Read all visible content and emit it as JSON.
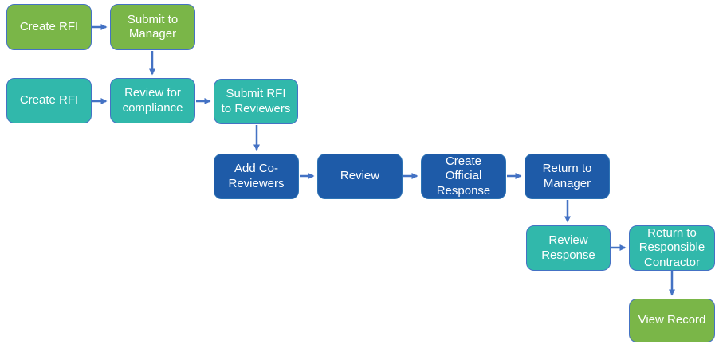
{
  "colors": {
    "green": "#7ab648",
    "teal": "#31b8ab",
    "blue": "#1e5ba8",
    "node_border": "#4472c4",
    "blue_border": "#2e74b5",
    "arrow": "#4472c4"
  },
  "diagram": {
    "type": "flowchart",
    "nodes": [
      {
        "id": "create-rfi-top",
        "label": "Create RFI",
        "color": "green"
      },
      {
        "id": "submit-to-manager",
        "label": "Submit to\nManager",
        "color": "green"
      },
      {
        "id": "create-rfi",
        "label": "Create RFI",
        "color": "teal"
      },
      {
        "id": "review-for-compliance",
        "label": "Review for\ncompliance",
        "color": "teal"
      },
      {
        "id": "submit-rfi-to-reviewers",
        "label": "Submit RFI\nto Reviewers",
        "color": "teal"
      },
      {
        "id": "add-co-reviewers",
        "label": "Add Co-\nReviewers",
        "color": "blue"
      },
      {
        "id": "review",
        "label": "Review",
        "color": "blue"
      },
      {
        "id": "create-official-response",
        "label": "Create\nOfficial\nResponse",
        "color": "blue"
      },
      {
        "id": "return-to-manager",
        "label": "Return to\nManager",
        "color": "blue"
      },
      {
        "id": "review-response",
        "label": "Review\nResponse",
        "color": "teal"
      },
      {
        "id": "return-to-responsible-contractor",
        "label": "Return to\nResponsible\nContractor",
        "color": "teal"
      },
      {
        "id": "view-record",
        "label": "View Record",
        "color": "green"
      }
    ],
    "edges": [
      {
        "from": "create-rfi-top",
        "to": "submit-to-manager"
      },
      {
        "from": "submit-to-manager",
        "to": "review-for-compliance"
      },
      {
        "from": "create-rfi",
        "to": "review-for-compliance"
      },
      {
        "from": "review-for-compliance",
        "to": "submit-rfi-to-reviewers"
      },
      {
        "from": "submit-rfi-to-reviewers",
        "to": "add-co-reviewers"
      },
      {
        "from": "add-co-reviewers",
        "to": "review"
      },
      {
        "from": "review",
        "to": "create-official-response"
      },
      {
        "from": "create-official-response",
        "to": "return-to-manager"
      },
      {
        "from": "return-to-manager",
        "to": "review-response"
      },
      {
        "from": "review-response",
        "to": "return-to-responsible-contractor"
      },
      {
        "from": "return-to-responsible-contractor",
        "to": "view-record"
      }
    ]
  }
}
